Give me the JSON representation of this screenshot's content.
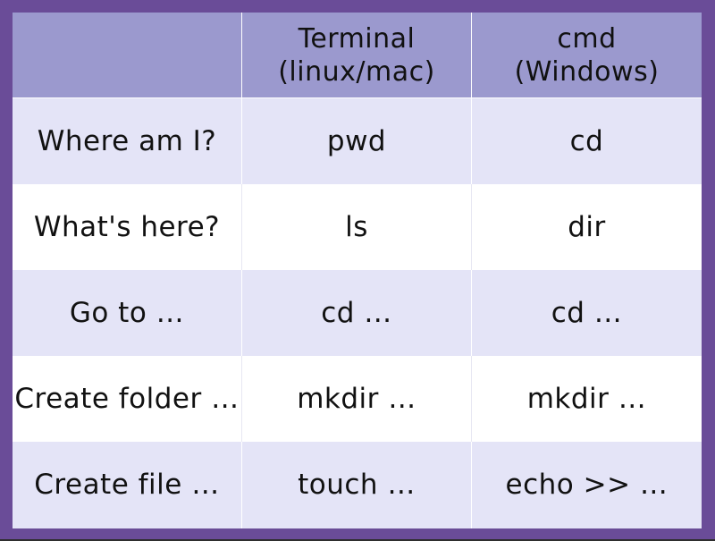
{
  "table": {
    "headers": [
      "",
      "Terminal\n(linux/mac)",
      "cmd\n(Windows)"
    ],
    "rows": [
      [
        "Where am I?",
        "pwd",
        "cd"
      ],
      [
        "What's here?",
        "ls",
        "dir"
      ],
      [
        "Go to …",
        "cd …",
        "cd …"
      ],
      [
        "Create folder …",
        "mkdir …",
        "mkdir …"
      ],
      [
        "Create file …",
        "touch …",
        "echo >> …"
      ]
    ]
  }
}
